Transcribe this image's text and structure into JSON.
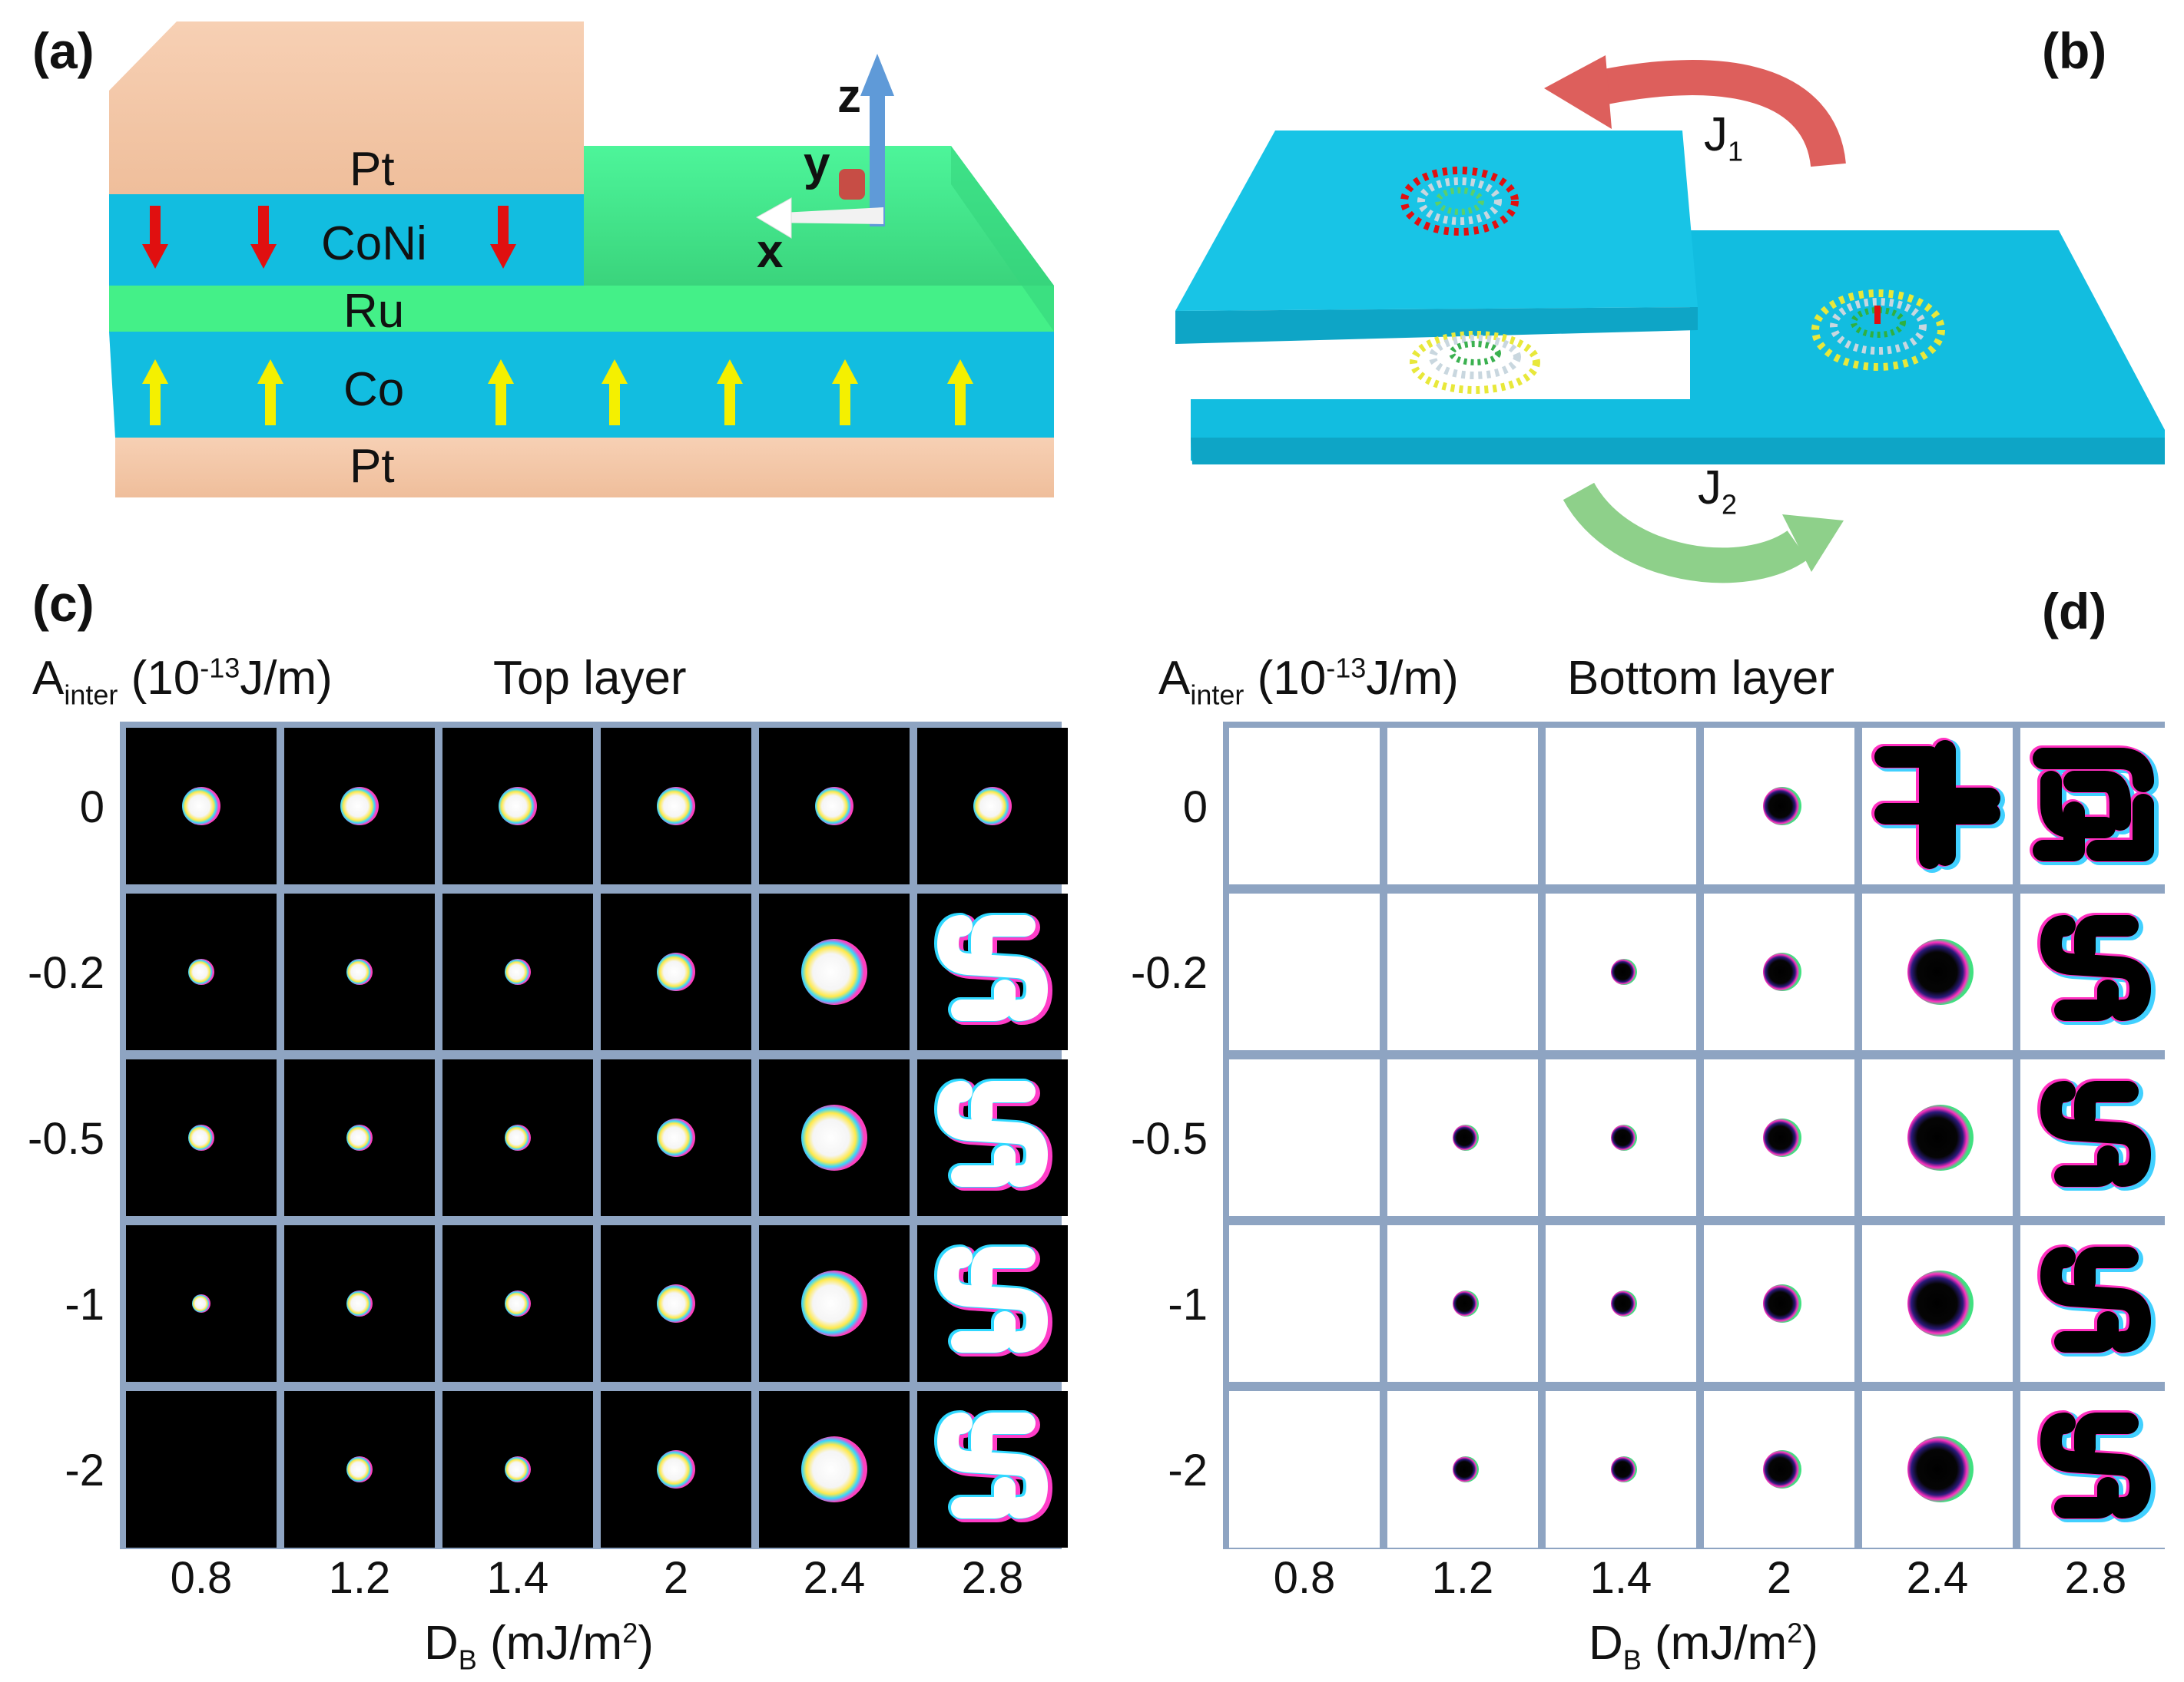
{
  "figure": {
    "panel_labels": {
      "a": "(a)",
      "b": "(b)",
      "c": "(c)",
      "d": "(d)"
    },
    "panel_a": {
      "layers": [
        "Pt",
        "CoNi",
        "Ru",
        "Co",
        "Pt"
      ],
      "axes": {
        "z": "z",
        "y": "y",
        "x": "x"
      },
      "colors": {
        "pt": "#f4c4a4",
        "magnet": "#12bde0",
        "ru": "#44f088",
        "down_arrow": "#e01010",
        "up_arrow": "#f4f000"
      }
    },
    "panel_b": {
      "j1": {
        "main": "J",
        "sub": "1"
      },
      "j2": {
        "main": "J",
        "sub": "2"
      },
      "colors": {
        "plate": "#12bde0",
        "j1_arrow": "#dd5f5c",
        "j2_arrow": "#8ed08a"
      }
    },
    "panel_c": {
      "title": "Top layer",
      "row_axis": {
        "main": "A",
        "sub": "inter",
        "unit_open": " (10",
        "exp": "-13",
        "unit_close": "J/m)"
      },
      "rows": [
        "0",
        "-0.2",
        "-0.5",
        "-1",
        "-2"
      ],
      "cols": [
        "0.8",
        "1.2",
        "1.4",
        "2",
        "2.4",
        "2.8"
      ],
      "x_axis": {
        "main": "D",
        "sub": "B",
        "unit_open": " (mJ/m",
        "exp": "2",
        "unit_close": ")"
      },
      "background": "#000000"
    },
    "panel_d": {
      "title": "Bottom layer",
      "row_axis": {
        "main": "A",
        "sub": "inter",
        "unit_open": " (10",
        "exp": "-13",
        "unit_close": "J/m)"
      },
      "rows": [
        "0",
        "-0.2",
        "-0.5",
        "-1",
        "-2"
      ],
      "cols": [
        "0.8",
        "1.2",
        "1.4",
        "2",
        "2.4",
        "2.8"
      ],
      "x_axis": {
        "main": "D",
        "sub": "B",
        "unit_open": " (mJ/m",
        "exp": "2",
        "unit_close": ")"
      },
      "background": "#ffffff"
    },
    "cell_states": {
      "top": [
        [
          "skyrmion-medium",
          "skyrmion-medium",
          "skyrmion-medium",
          "skyrmion-medium",
          "skyrmion-medium",
          "skyrmion-medium"
        ],
        [
          "skyrmion-small",
          "skyrmion-small",
          "skyrmion-small",
          "skyrmion-medium",
          "skyrmion-large",
          "stripe-domain"
        ],
        [
          "skyrmion-small",
          "skyrmion-small",
          "skyrmion-small",
          "skyrmion-medium",
          "skyrmion-large",
          "stripe-domain"
        ],
        [
          "skyrmion-tiny",
          "skyrmion-small",
          "skyrmion-small",
          "skyrmion-medium",
          "skyrmion-large",
          "stripe-domain"
        ],
        [
          "empty",
          "skyrmion-small",
          "skyrmion-small",
          "skyrmion-medium",
          "skyrmion-large",
          "stripe-domain"
        ]
      ],
      "bottom": [
        [
          "empty",
          "empty",
          "empty",
          "skyrmion-medium",
          "stripe-swastika",
          "stripe-labyrinth"
        ],
        [
          "empty",
          "empty",
          "skyrmion-small",
          "skyrmion-medium",
          "skyrmion-large",
          "stripe-domain"
        ],
        [
          "empty",
          "skyrmion-small",
          "skyrmion-small",
          "skyrmion-medium",
          "skyrmion-large",
          "stripe-domain"
        ],
        [
          "empty",
          "skyrmion-small",
          "skyrmion-small",
          "skyrmion-medium",
          "skyrmion-large",
          "stripe-domain"
        ],
        [
          "empty",
          "skyrmion-small",
          "skyrmion-small",
          "skyrmion-medium",
          "skyrmion-large",
          "stripe-domain"
        ]
      ]
    }
  }
}
